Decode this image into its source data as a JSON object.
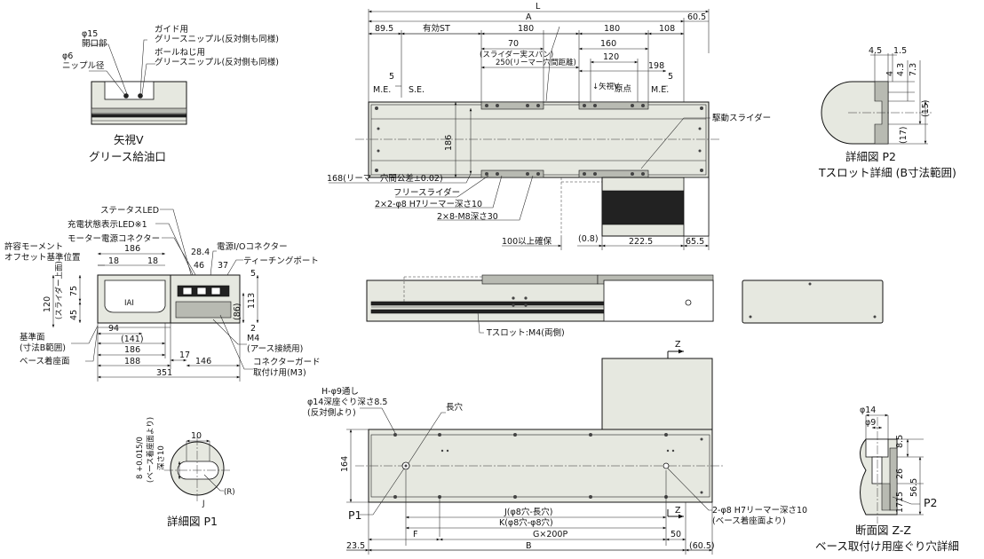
{
  "colors": {
    "body": "#e6e8e0",
    "line": "#111111",
    "dark": "#222222",
    "mid": "#b8bab2"
  },
  "view_v": {
    "phi15": "φ15",
    "kaiko": "開口部",
    "phi6": "φ6",
    "nipple_kei": "ニップル径",
    "guide_yo": "ガイド用",
    "grease_nipple_1": "グリースニップル(反対側も同様)",
    "ball_yo": "ボールねじ用",
    "grease_nipple_2": "グリースニップル(反対側も同様)",
    "title1": "矢視V",
    "title2": "グリース給油口"
  },
  "top_view": {
    "L": "L",
    "A": "A",
    "d60_5": "60.5",
    "d89_5": "89.5",
    "yuko_st": "有効ST",
    "d180a": "180",
    "d180b": "180",
    "d108": "108",
    "d70": "70",
    "slider_span": "(スライダー実スパン)",
    "reamer_250": "250(リーマー穴間距離)",
    "d160": "160",
    "d120": "120",
    "d198": "198",
    "d5a": "5",
    "me1": "M.E.",
    "se": "S.E.",
    "d5b": "5",
    "me2": "M.E.",
    "yashi_v": "↓矢視V",
    "genten": "原点",
    "d186": "186",
    "d168": "168(リーマー穴間公差±0.02)",
    "free_slider": "フリースライダー",
    "drive_slider": "駆動スライダー",
    "reamer": "2×2-φ8 H7リーマー深さ10",
    "m8": "2×8-M8深さ30",
    "kakuho": "100以上確保",
    "d0_8": "(0.8)",
    "d222_5": "222.5",
    "d65_5": "65.5"
  },
  "side_view": {
    "status_led": "ステータスLED",
    "charge_led": "充電状態表示LED※1",
    "motor_conn": "モーター電源コネクター",
    "moment_1": "許容モーメント",
    "moment_2": "オフセット基準位置",
    "d186": "186",
    "d18a": "18",
    "d18b": "18",
    "d28_4": "28.4",
    "power_io": "電源I/Oコネクター",
    "d46": "46",
    "d37": "37",
    "teaching": "ティーチングポート",
    "d5": "5",
    "d120": "120",
    "slider_top": "(スライダー上面)",
    "d75": "75",
    "d45": "45",
    "d113": "113",
    "d86": "(86)",
    "d2": "2",
    "kijun_1": "基準面",
    "kijun_2": "(寸法B範囲)",
    "d94": "94",
    "d141": "(141)",
    "m4": "M4",
    "earth": "(アース接続用)",
    "base_face": "ベース着座面",
    "d186b": "186",
    "d188": "188",
    "d17": "17",
    "d146": "146",
    "d351": "351",
    "guard_1": "コネクターガード",
    "guard_2": "取付け用(M3)"
  },
  "detail_p1": {
    "d10": "10",
    "tol": "8 +0.015/0",
    "base_lbl": "(ベース着座面より)",
    "depth": "深さ10",
    "r_lbl": "(R)",
    "j_lbl": "J",
    "title": "詳細図 P1"
  },
  "middle_view": {
    "tslot": "Tスロット:M4(両側)"
  },
  "bottom_view": {
    "z1": "Z",
    "z2": "Z",
    "hole_1": "H-φ9通し",
    "hole_2": "φ14深座ぐり深さ8.5",
    "hole_3": "(反対側より)",
    "long_hole": "長穴",
    "d164": "164",
    "p1": "P1",
    "j_dim": "J(φ8穴-長穴)",
    "k_dim": "K(φ8穴-φ8穴)",
    "f": "F",
    "g": "G×200P",
    "d50": "50",
    "d23_5": "23.5",
    "b": "B",
    "d60_5": "(60.5)",
    "reamer_1": "2-φ8 H7リーマー深さ10",
    "reamer_2": "(ベース着座面より)"
  },
  "detail_p2": {
    "d4_5": "4.5",
    "d1_5": "1.5",
    "d4": "4",
    "d4_3": "4.3",
    "d7_3": "7.3",
    "d15": "(15)",
    "d17": "(17)",
    "title1": "詳細図 P2",
    "title2": "Tスロット詳細 (B寸法範囲)"
  },
  "section_zz": {
    "phi14": "φ14",
    "phi9": "φ9",
    "d8_5": "8.5",
    "d26": "26",
    "d15": "15",
    "d56_5": "56.5",
    "d17": "17",
    "p2": "P2",
    "title1": "断面図 Z-Z",
    "title2": "ベース取付け用座ぐり穴詳細"
  }
}
